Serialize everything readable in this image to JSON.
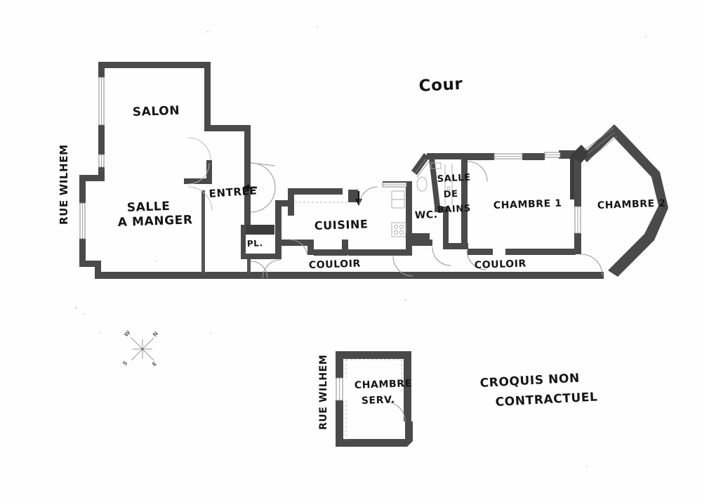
{
  "document": {
    "type": "floor-plan-sketch",
    "title": "Plan d'appartement",
    "background_color": "#fefefe",
    "ink_color": "#151515",
    "wall_color": "#4a4a4a"
  },
  "street_labels": [
    {
      "id": "rue-wilhem-main",
      "text": "RUE WILHEM",
      "orientation": "vertical"
    },
    {
      "id": "rue-wilhem-annex",
      "text": "RUE WILHEM",
      "orientation": "vertical"
    }
  ],
  "courtyard": {
    "label": "Cour"
  },
  "rooms": [
    {
      "id": "salon",
      "label": "SALON",
      "lines": [
        "SALON"
      ]
    },
    {
      "id": "salle-a-manger",
      "label": "SALLE A MANGER",
      "lines": [
        "SALLE",
        "A MANGER"
      ]
    },
    {
      "id": "entree",
      "label": "ENTREE",
      "lines": [
        "ENTREE"
      ]
    },
    {
      "id": "placard",
      "label": "PL.",
      "lines": [
        "PL."
      ]
    },
    {
      "id": "cuisine",
      "label": "CUISINE",
      "lines": [
        "CUISINE"
      ]
    },
    {
      "id": "wc",
      "label": "WC.",
      "lines": [
        "WC."
      ]
    },
    {
      "id": "salle-de-bains",
      "label": "SALLE DE BAINS",
      "lines": [
        "SALLE",
        "DE",
        "BAINS"
      ]
    },
    {
      "id": "chambre-1",
      "label": "CHAMBRE 1",
      "lines": [
        "CHAMBRE 1"
      ]
    },
    {
      "id": "chambre-2",
      "label": "CHAMBRE 2",
      "lines": [
        "CHAMBRE 2"
      ]
    },
    {
      "id": "couloir-left",
      "label": "COULOIR",
      "lines": [
        "COULOIR"
      ]
    },
    {
      "id": "couloir-right",
      "label": "COULOIR",
      "lines": [
        "COULOIR"
      ]
    },
    {
      "id": "chambre-serv",
      "label": "CHAMBRE SERV.",
      "lines": [
        "CHAMBRE",
        "SERV."
      ]
    }
  ],
  "compass": {
    "name": "compass-rose",
    "points": [
      {
        "letter": "W",
        "position": "top-left"
      },
      {
        "letter": "N",
        "position": "top-right"
      },
      {
        "letter": "S",
        "position": "bottom-left"
      },
      {
        "letter": "E",
        "position": "bottom-right"
      }
    ]
  },
  "entry_arrow": {
    "name": "entry-direction-arrow",
    "direction": "left"
  },
  "kitchen_arrow": {
    "name": "kitchen-direction-arrow",
    "direction": "down"
  },
  "disclaimer": {
    "lines": [
      "CROQUIS NON",
      "CONTRACTUEL"
    ],
    "line1": "CROQUIS NON",
    "line2": "CONTRACTUEL"
  }
}
